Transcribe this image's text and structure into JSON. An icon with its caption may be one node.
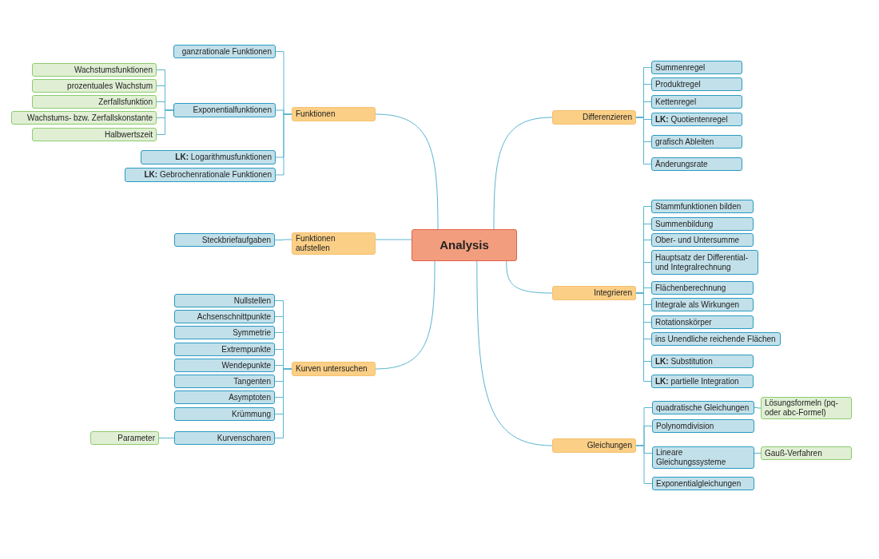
{
  "diagram": {
    "nodes": [
      {
        "text": [
          "Analysis"
        ]
      },
      {
        "text": [
          "Funktionen"
        ]
      },
      {
        "text": [
          "ganzrationale Funktionen"
        ]
      },
      {
        "text": [
          "Exponentialfunktionen"
        ]
      },
      {
        "text": [
          "Wachstumsfunktionen"
        ]
      },
      {
        "text": [
          "prozentuales Wachstum"
        ]
      },
      {
        "text": [
          "Zerfallsfunktion"
        ]
      },
      {
        "text": [
          "Wachstums- bzw. Zerfallskonstante"
        ]
      },
      {
        "text": [
          "Halbwertszeit"
        ]
      },
      {
        "text": [
          "**LK:** Logarithmusfunktionen"
        ]
      },
      {
        "text": [
          "**LK:** Gebrochenrationale Funktionen"
        ]
      },
      {
        "text": [
          "Funktionen aufstellen"
        ]
      },
      {
        "text": [
          "Steckbriefaufgaben"
        ]
      },
      {
        "text": [
          "Kurven untersuchen"
        ]
      },
      {
        "text": [
          "Nullstellen"
        ]
      },
      {
        "text": [
          "Achsenschnittpunkte"
        ]
      },
      {
        "text": [
          "Symmetrie"
        ]
      },
      {
        "text": [
          "Extrempunkte"
        ]
      },
      {
        "text": [
          "Wendepunkte"
        ]
      },
      {
        "text": [
          "Tangenten"
        ]
      },
      {
        "text": [
          "Asymptoten"
        ]
      },
      {
        "text": [
          "Krümmung"
        ]
      },
      {
        "text": [
          "Kurvenscharen"
        ]
      },
      {
        "text": [
          "Parameter"
        ]
      },
      {
        "text": [
          "Differenzieren"
        ]
      },
      {
        "text": [
          "Summenregel"
        ]
      },
      {
        "text": [
          "Produktregel"
        ]
      },
      {
        "text": [
          "Kettenregel"
        ]
      },
      {
        "text": [
          "**LK:** Quotientenregel"
        ]
      },
      {
        "text": [
          "grafisch Ableiten"
        ]
      },
      {
        "text": [
          "Änderungsrate"
        ]
      },
      {
        "text": [
          "Integrieren"
        ]
      },
      {
        "text": [
          "Stammfunktionen bilden"
        ]
      },
      {
        "text": [
          "Summenbildung"
        ]
      },
      {
        "text": [
          "Ober- und Untersumme"
        ]
      },
      {
        "text": [
          "Hauptsatz der Differential- und Integralrechnung"
        ]
      },
      {
        "text": [
          "Flächenberechnung"
        ]
      },
      {
        "text": [
          "Integrale als Wirkungen"
        ]
      },
      {
        "text": [
          "Rotationskörper"
        ]
      },
      {
        "text": [
          "ins Unendliche reichende Flächen"
        ]
      },
      {
        "text": [
          "**LK:** Substitution"
        ]
      },
      {
        "text": [
          "**LK:** partielle Integration"
        ]
      },
      {
        "text": [
          "Gleichungen"
        ]
      },
      {
        "text": [
          "quadratische Gleichungen"
        ]
      },
      {
        "text": [
          "Lösungsformeln (pq- oder abc-Formel)"
        ]
      },
      {
        "text": [
          "Polynomdivision"
        ]
      },
      {
        "text": [
          "Lineare Gleichungssysteme"
        ]
      },
      {
        "text": [
          "Gauß-Verfahren"
        ]
      },
      {
        "text": [
          "Exponentialgleichungen"
        ]
      }
    ],
    "edges": [
      {
        "from": 0,
        "to": 1,
        "arrow": "none"
      },
      {
        "from": 1,
        "to": 2,
        "arrow": "none"
      },
      {
        "from": 1,
        "to": 3,
        "arrow": "none"
      },
      {
        "from": 3,
        "to": 4,
        "arrow": "none"
      },
      {
        "from": 3,
        "to": 5,
        "arrow": "none"
      },
      {
        "from": 3,
        "to": 6,
        "arrow": "none"
      },
      {
        "from": 3,
        "to": 7,
        "arrow": "none"
      },
      {
        "from": 3,
        "to": 8,
        "arrow": "none"
      },
      {
        "from": 1,
        "to": 9,
        "arrow": "none"
      },
      {
        "from": 1,
        "to": 10,
        "arrow": "none"
      },
      {
        "from": 0,
        "to": 11,
        "arrow": "none"
      },
      {
        "from": 11,
        "to": 12,
        "arrow": "none"
      },
      {
        "from": 0,
        "to": 13,
        "arrow": "none"
      },
      {
        "from": 13,
        "to": 14,
        "arrow": "none"
      },
      {
        "from": 13,
        "to": 15,
        "arrow": "none"
      },
      {
        "from": 13,
        "to": 16,
        "arrow": "none"
      },
      {
        "from": 13,
        "to": 17,
        "arrow": "none"
      },
      {
        "from": 13,
        "to": 18,
        "arrow": "none"
      },
      {
        "from": 13,
        "to": 19,
        "arrow": "none"
      },
      {
        "from": 13,
        "to": 20,
        "arrow": "none"
      },
      {
        "from": 13,
        "to": 21,
        "arrow": "none"
      },
      {
        "from": 13,
        "to": 22,
        "arrow": "none"
      },
      {
        "from": 22,
        "to": 23,
        "arrow": "none"
      },
      {
        "from": 0,
        "to": 24,
        "arrow": "none"
      },
      {
        "from": 24,
        "to": 25,
        "arrow": "none"
      },
      {
        "from": 24,
        "to": 26,
        "arrow": "none"
      },
      {
        "from": 24,
        "to": 27,
        "arrow": "none"
      },
      {
        "from": 24,
        "to": 28,
        "arrow": "none"
      },
      {
        "from": 24,
        "to": 29,
        "arrow": "none"
      },
      {
        "from": 24,
        "to": 30,
        "arrow": "none"
      },
      {
        "from": 0,
        "to": 31,
        "arrow": "none"
      },
      {
        "from": 31,
        "to": 32,
        "arrow": "none"
      },
      {
        "from": 31,
        "to": 33,
        "arrow": "none"
      },
      {
        "from": 31,
        "to": 34,
        "arrow": "none"
      },
      {
        "from": 31,
        "to": 35,
        "arrow": "none"
      },
      {
        "from": 31,
        "to": 36,
        "arrow": "none"
      },
      {
        "from": 31,
        "to": 37,
        "arrow": "none"
      },
      {
        "from": 31,
        "to": 38,
        "arrow": "none"
      },
      {
        "from": 31,
        "to": 39,
        "arrow": "none"
      },
      {
        "from": 31,
        "to": 40,
        "arrow": "none"
      },
      {
        "from": 31,
        "to": 41,
        "arrow": "none"
      },
      {
        "from": 0,
        "to": 42,
        "arrow": "none"
      },
      {
        "from": 42,
        "to": 43,
        "arrow": "none"
      },
      {
        "from": 43,
        "to": 44,
        "arrow": "none"
      },
      {
        "from": 42,
        "to": 45,
        "arrow": "none"
      },
      {
        "from": 42,
        "to": 46,
        "arrow": "none"
      },
      {
        "from": 46,
        "to": 47,
        "arrow": "none"
      },
      {
        "from": 42,
        "to": 48,
        "arrow": "none"
      }
    ]
  }
}
